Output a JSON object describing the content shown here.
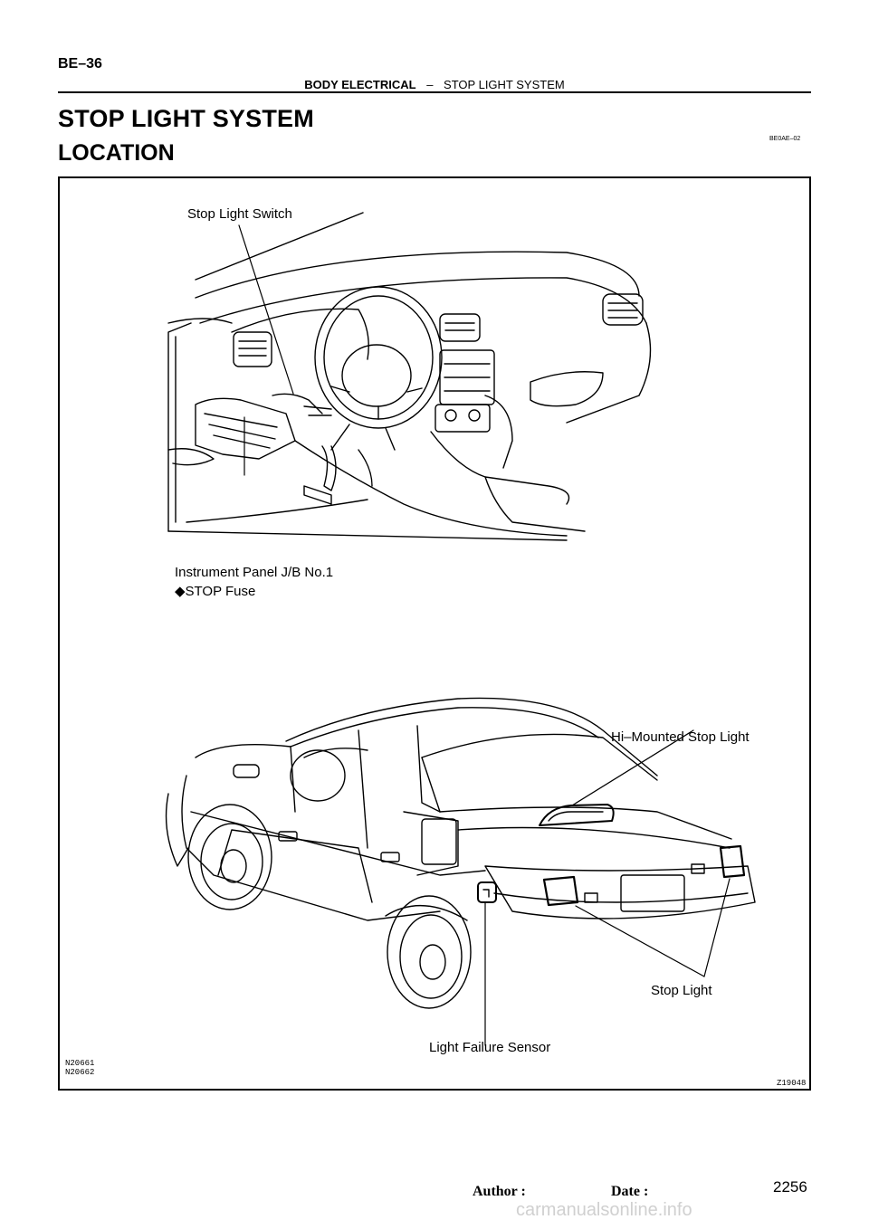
{
  "header": {
    "page_code": "BE–36",
    "section": "BODY ELECTRICAL",
    "separator": "–",
    "subsection": "STOP LIGHT SYSTEM"
  },
  "title": "STOP LIGHT SYSTEM",
  "subtitle": "LOCATION",
  "ref_code": "BE0AE–02",
  "figure": {
    "labels": {
      "stop_light_switch": "Stop Light Switch",
      "jb_line1": "Instrument Panel J/B No.1",
      "jb_line2": "◆STOP Fuse",
      "hi_mounted": "Hi–Mounted Stop Light",
      "stop_light": "Stop Light",
      "light_failure": "Light Failure Sensor"
    },
    "codes": [
      "N20661",
      "N20662"
    ],
    "figure_id": "Z19048"
  },
  "footer": {
    "author_label": "Author :",
    "date_label": "Date :",
    "page_number": "2256",
    "watermark": "carmanualsonline.info"
  }
}
